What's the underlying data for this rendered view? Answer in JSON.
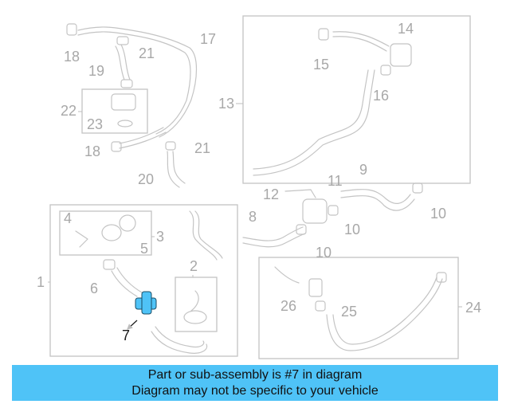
{
  "labels": {
    "p1": "1",
    "p2": "2",
    "p3": "3",
    "p4": "4",
    "p5": "5",
    "p6": "6",
    "p7": "7",
    "p8": "8",
    "p9": "9",
    "p10a": "10",
    "p10b": "10",
    "p10c": "10",
    "p11": "11",
    "p12": "12",
    "p13": "13",
    "p14": "14",
    "p15": "15",
    "p16": "16",
    "p17": "17",
    "p18a": "18",
    "p18b": "18",
    "p19": "19",
    "p20": "20",
    "p21a": "21",
    "p21b": "21",
    "p22": "22",
    "p23": "23",
    "p24": "24",
    "p25": "25",
    "p26": "26"
  },
  "highlight": {
    "part": "7",
    "color": "#4fc3f7"
  },
  "banner": {
    "line1": "Part or sub-assembly is #7 in diagram",
    "line2": "Diagram may not be specific to your vehicle",
    "color": "#4fc3f7"
  }
}
